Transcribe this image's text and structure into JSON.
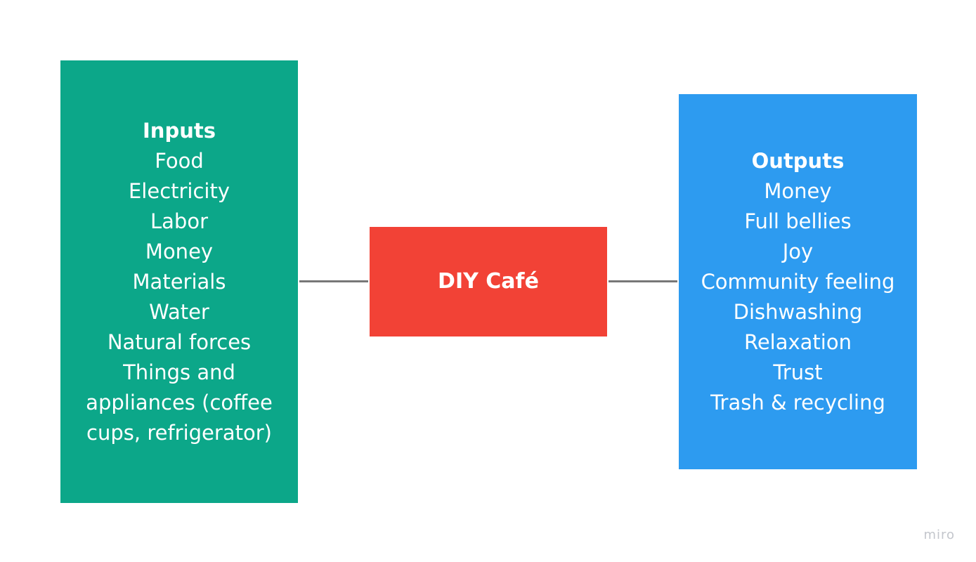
{
  "inputs": {
    "title": "Inputs",
    "items": [
      "Food",
      "Electricity",
      "Labor",
      "Money",
      "Materials",
      "Water",
      "Natural forces",
      "Things and appliances (coffee cups, refrigerator)"
    ],
    "color": "#0ca789"
  },
  "center": {
    "label": "DIY Café",
    "color": "#f24236"
  },
  "outputs": {
    "title": "Outputs",
    "items": [
      "Money",
      "Full bellies",
      "Joy",
      "Community feeling",
      "Dishwashing",
      "Relaxation",
      "Trust",
      "Trash & recycling"
    ],
    "color": "#2d9bf0"
  },
  "connector_color": "#777777",
  "watermark": {
    "text": "miro"
  }
}
